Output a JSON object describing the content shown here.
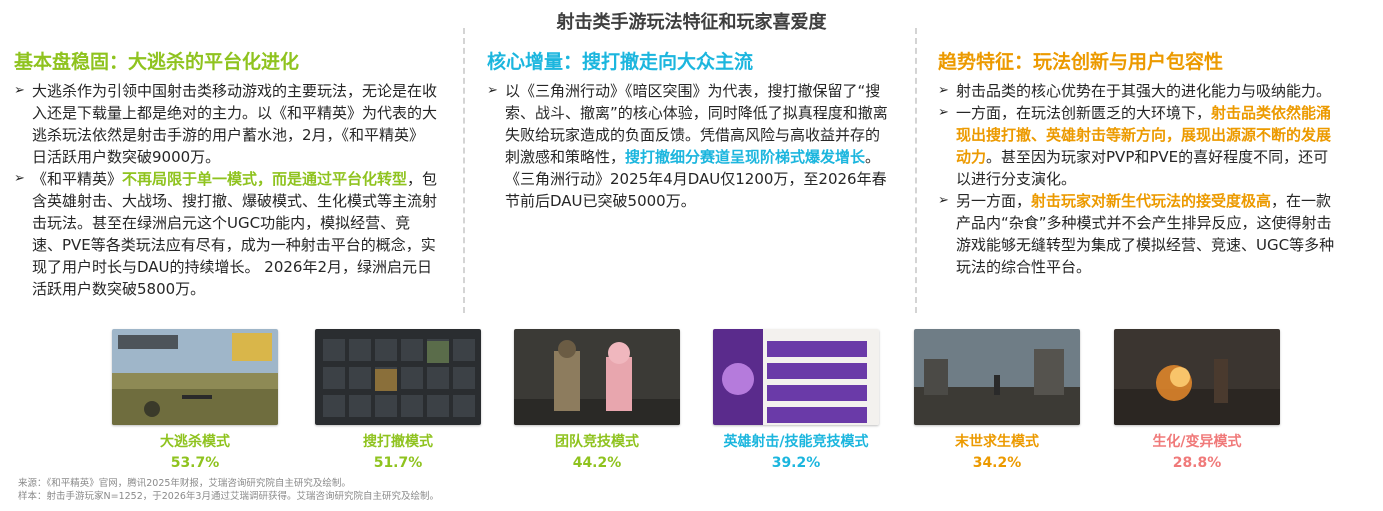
{
  "title": "射击类手游玩法特征和玩家喜爱度",
  "colors": {
    "green": "#8fc31f",
    "blue": "#1cb6de",
    "orange": "#ec9a00",
    "pink": "#f07a7a"
  },
  "columns": [
    {
      "heading": "基本盘稳固：大逃杀的平台化进化",
      "bullets": [
        [
          {
            "t": "大逃杀作为引领中国射击类移动游戏的主要玩法，无论是在收入还是下载量上都是绝对的主力。以《和平精英》为代表的大逃杀玩法依然是射击手游的用户蓄水池，2月，《和平精英》日活跃用户数突破9000万。",
            "h": ""
          }
        ],
        [
          {
            "t": "《和平精英》",
            "h": ""
          },
          {
            "t": "不再局限于单一模式，而是通过平台化转型",
            "h": "green"
          },
          {
            "t": "，包含英雄射击、大战场、搜打撤、爆破模式、生化模式等主流射击玩法。甚至在绿洲启元这个UGC功能内，模拟经营、竞速、PVE等各类玩法应有尽有，成为一种射击平台的概念，实现了用户时长与DAU的持续增长。 2026年2月，绿洲启元日活跃用户数突破5800万。",
            "h": ""
          }
        ]
      ]
    },
    {
      "heading": "核心增量：搜打撤走向大众主流",
      "bullets": [
        [
          {
            "t": "以《三角洲行动》《暗区突围》为代表，搜打撤保留了“搜索、战斗、撤离”的核心体验，同时降低了拟真程度和撤离失败给玩家造成的负面反馈。凭借高风险与高收益并存的刺激感和策略性，",
            "h": ""
          },
          {
            "t": "搜打撤细分赛道呈现阶梯式爆发增长",
            "h": "blue"
          },
          {
            "t": "。《三角洲行动》2025年4月DAU仅1200万，至2026年春节前后DAU已突破5000万。",
            "h": ""
          }
        ]
      ]
    },
    {
      "heading": "趋势特征：玩法创新与用户包容性",
      "bullets": [
        [
          {
            "t": "射击品类的核心优势在于其强大的进化能力与吸纳能力。",
            "h": ""
          }
        ],
        [
          {
            "t": "一方面，在玩法创新匮乏的大环境下，",
            "h": ""
          },
          {
            "t": "射击品类依然能涌现出搜打撤、英雄射击等新方向，展现出源源不断的发展动力",
            "h": "orange"
          },
          {
            "t": "。甚至因为玩家对PVP和PVE的喜好程度不同，还可以进行分支演化。",
            "h": ""
          }
        ],
        [
          {
            "t": "另一方面，",
            "h": ""
          },
          {
            "t": "射击玩家对新生代玩法的接受度极高",
            "h": "orange"
          },
          {
            "t": "，在一款产品内“杂食”多种模式并不会产生排异反应，这使得射击游戏能够无缝转型为集成了模拟经营、竞速、UGC等多种玩法的综合性平台。",
            "h": ""
          }
        ]
      ]
    }
  ],
  "modes": [
    {
      "label": "大逃杀模式",
      "pct": "53.7%",
      "color": "#8fc31f",
      "pic": "field"
    },
    {
      "label": "搜打撤模式",
      "pct": "51.7%",
      "color": "#8fc31f",
      "pic": "inventory"
    },
    {
      "label": "团队竞技模式",
      "pct": "44.2%",
      "color": "#8fc31f",
      "pic": "characters"
    },
    {
      "label": "英雄射击/技能竞技模式",
      "pct": "39.2%",
      "color": "#1cb6de",
      "pic": "heroes"
    },
    {
      "label": "末世求生模式",
      "pct": "34.2%",
      "color": "#ec9a00",
      "pic": "ruins"
    },
    {
      "label": "生化/变异模式",
      "pct": "28.8%",
      "color": "#f07a7a",
      "pic": "fire"
    }
  ],
  "footnotes": [
    "来源：《和平精英》官网，腾讯2025年财报，艾瑞咨询研究院自主研究及绘制。",
    "样本：射击手游玩家N=1252，于2026年3月通过艾瑞调研获得。艾瑞咨询研究院自主研究及绘制。"
  ]
}
